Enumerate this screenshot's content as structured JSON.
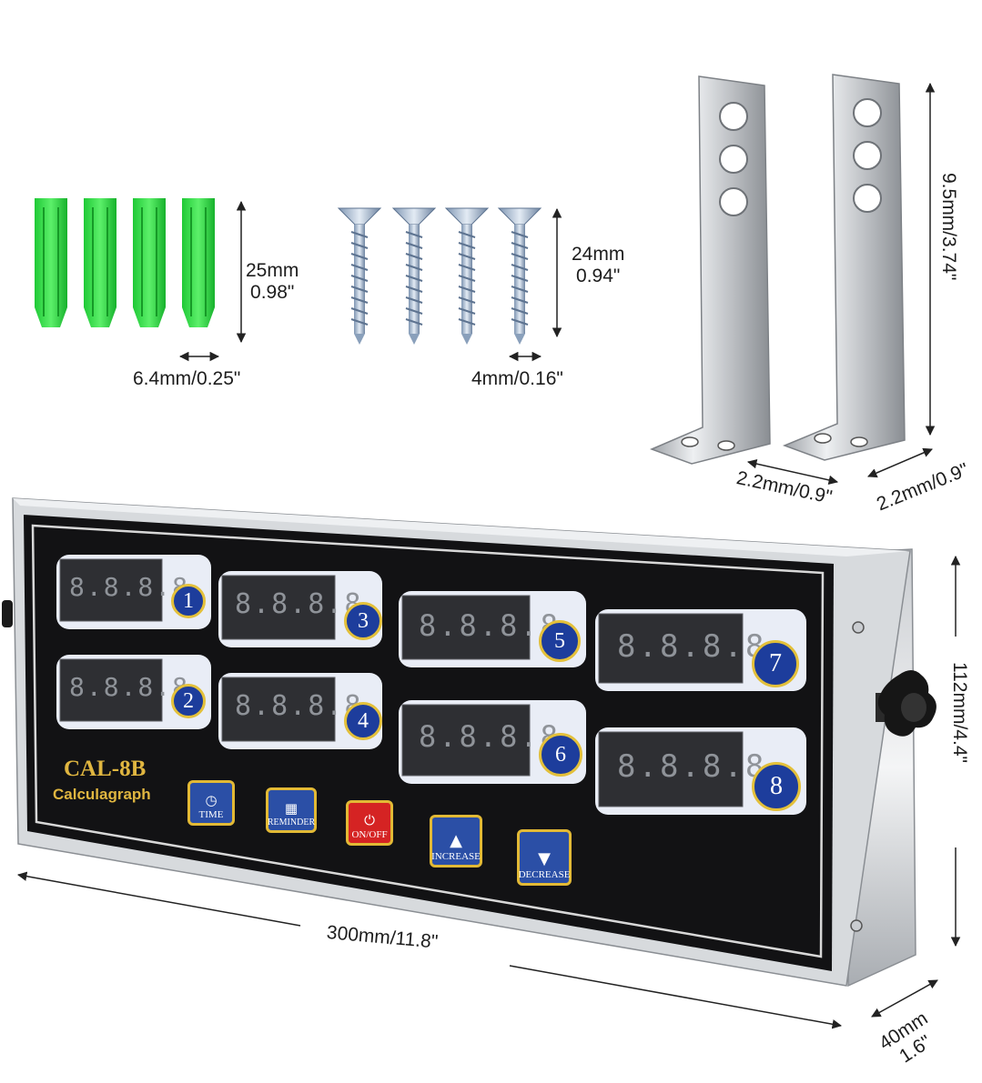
{
  "anchors": {
    "length": "25mm",
    "length_in": "0.98\"",
    "width": "6.4mm/0.25\"",
    "color": "#37e04a"
  },
  "screws": {
    "length": "24mm",
    "length_in": "0.94\"",
    "width": "4mm/0.16\""
  },
  "brackets": {
    "height": "9.5mm/3.74\"",
    "foot_left": "2.2mm/0.9\"",
    "foot_right": "2.2mm/0.9\""
  },
  "device": {
    "model": "CAL-8B",
    "subtitle": "Calculagraph",
    "channels": [
      "1",
      "2",
      "3",
      "4",
      "5",
      "6",
      "7",
      "8"
    ],
    "digits": "8.8.8.8",
    "buttons": [
      {
        "label": "TIME",
        "icon": "clock-icon"
      },
      {
        "label": "REMINDER",
        "icon": "basket-icon"
      },
      {
        "label": "ON/OFF",
        "icon": "power-icon"
      },
      {
        "label": "INCREASE",
        "icon": "arrow-up-icon"
      },
      {
        "label": "DECREASE",
        "icon": "arrow-down-icon"
      }
    ],
    "width": "300mm/11.8\"",
    "height": "112mm/4.4\"",
    "depth": "40mm",
    "depth_in": "1.6\""
  },
  "colors": {
    "panel": "#121214",
    "accent": "#e2b935",
    "button_blue": "#2b4fa6",
    "button_red": "#d52323"
  }
}
